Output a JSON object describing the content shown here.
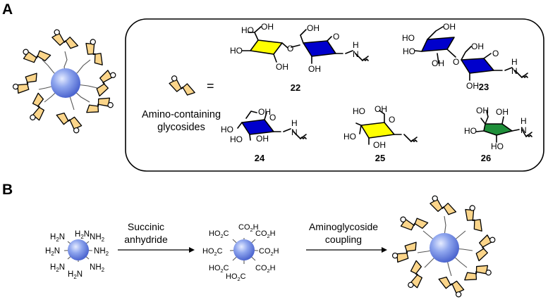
{
  "panel_a": {
    "letter": "A",
    "equals": "=",
    "legend_line1": "Amino-containing",
    "legend_line2": "glycosides",
    "compounds": [
      {
        "id": "22",
        "color": "#ffff00"
      },
      {
        "id": "23",
        "color": "#0000cc"
      },
      {
        "id": "24",
        "color": "#0000cc"
      },
      {
        "id": "25",
        "color": "#ffff00"
      },
      {
        "id": "26",
        "color": "#1f8f3a"
      }
    ]
  },
  "panel_b": {
    "letter": "B",
    "step1_line1": "Succinic",
    "step1_line2": "anhydride",
    "step2_line1": "Aminoglycoside",
    "step2_line2": "coupling",
    "amine": "H",
    "amine_sub": "2",
    "amine_n": "N",
    "carboxyl_a": "CO",
    "carboxyl_b": "H",
    "carboxyl_sub": "2",
    "carboxyl_ho": "HO",
    "carboxyl_c": "C"
  },
  "atoms": {
    "HO": "HO",
    "OH": "OH",
    "O": "O",
    "H": "H",
    "N": "N"
  },
  "colors": {
    "nanoparticle": "#8fa6ee",
    "glycoside_shape": "#fbd58a",
    "blue_ring": "#0000cc",
    "yellow_ring": "#ffff00",
    "green_ring": "#1f8f3a"
  }
}
